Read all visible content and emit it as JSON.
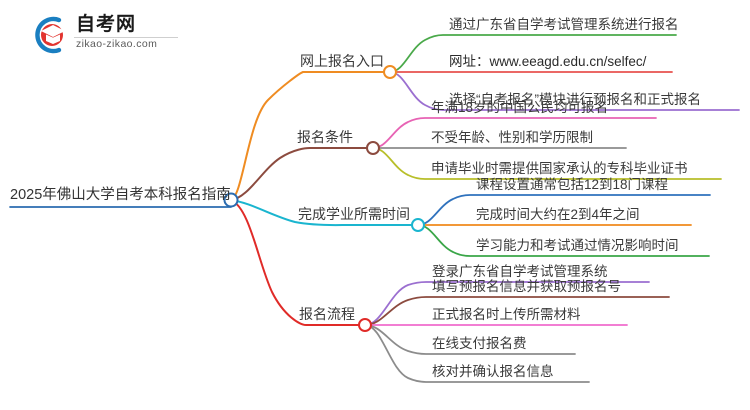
{
  "logo": {
    "name": "自考网",
    "url": "zikao-zikao.com",
    "mark_outer_color": "#1a7fc1",
    "mark_cap_color": "#e2342f"
  },
  "mindmap": {
    "root": {
      "label": "2025年佛山大学自考本科报名指南",
      "color": "#2b6cb0"
    },
    "branches": [
      {
        "label": "网上报名入口",
        "color": "#ef8c22",
        "children": [
          {
            "label": "通过广东省自学考试管理系统进行报名",
            "color": "#4aa94a"
          },
          {
            "label": "网址：www.eeagd.edu.cn/selfec/",
            "color": "#e8524f"
          },
          {
            "label": "选择“自考报名”模块进行预报名和正式报名",
            "color": "#9b6fd0"
          }
        ]
      },
      {
        "label": "报名条件",
        "color": "#8c4b3f",
        "children": [
          {
            "label": "年满18岁的中国公民均可报名",
            "color": "#e763b4"
          },
          {
            "label": "不受年龄、性别和学历限制",
            "color": "#8c8c8c"
          },
          {
            "label": "申请毕业时需提供国家承认的专科毕业证书",
            "color": "#b8bf2a"
          }
        ]
      },
      {
        "label": "完成学业所需时间",
        "color": "#1ab5cf",
        "children": [
          {
            "label": "课程设置通常包括12到18门课程",
            "color": "#2f72bd"
          },
          {
            "label": "完成时间大约在2到4年之间",
            "color": "#f08a1d"
          },
          {
            "label": "学习能力和考试通过情况影响时间",
            "color": "#3aa648"
          }
        ]
      },
      {
        "label": "报名流程",
        "color": "#e02b28",
        "children": [
          {
            "label": "登录广东省自学考试管理系统",
            "color": "#9b6fd0"
          },
          {
            "label": "填写预报名信息并获取预报名号",
            "color": "#8c4b3f"
          },
          {
            "label": "正式报名时上传所需材料",
            "color": "#f06ccd"
          },
          {
            "label": "在线支付报名费",
            "color": "#8c8c8c"
          },
          {
            "label": "核对并确认报名信息",
            "color": "#8c8c8c"
          }
        ]
      }
    ]
  }
}
